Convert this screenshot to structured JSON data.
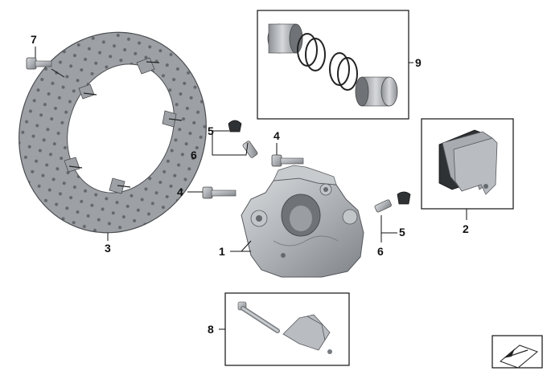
{
  "diagram": {
    "callouts": {
      "c1": "1",
      "c2": "2",
      "c3": "3",
      "c4a": "4",
      "c4b": "4",
      "c5a": "5",
      "c5b": "5",
      "c6a": "6",
      "c6b": "6",
      "c7": "7",
      "c8": "8",
      "c9": "9"
    },
    "colors": {
      "metal": "#b9bcc0",
      "metal_dark": "#8e9296",
      "pad": "#a8acb0",
      "friction": "#3c3f42",
      "line": "#111111"
    }
  }
}
